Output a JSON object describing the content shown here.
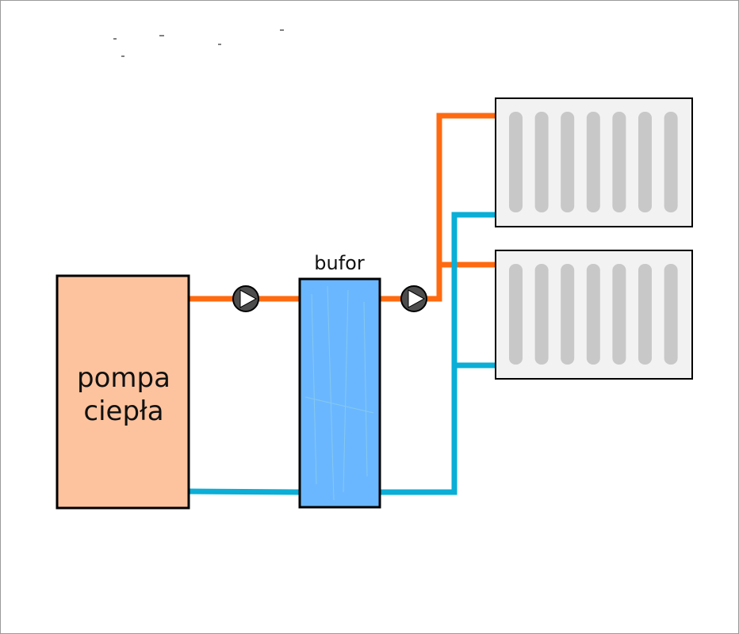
{
  "labels": {
    "heat_pump_line1": "pompa",
    "heat_pump_line2": "ciepła",
    "buffer": "bufor"
  },
  "colors": {
    "hot_pipe": "#ff6a10",
    "cold_pipe": "#0aaed6",
    "heat_pump_fill": "#fdc39e",
    "buffer_fill": "#6bb7ff",
    "radiator_body": "#f2f2f2",
    "radiator_fins": "#c8c8c8",
    "pump_body": "#4d4d4d"
  },
  "icons": {
    "pump_1": "circulation-pump-icon",
    "pump_2": "circulation-pump-icon",
    "radiator_1": "radiator-icon",
    "radiator_2": "radiator-icon"
  }
}
